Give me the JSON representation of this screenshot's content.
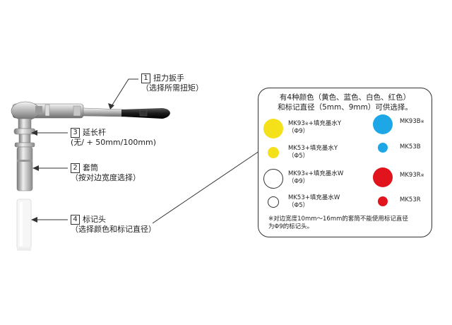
{
  "callouts": [
    {
      "num": "1",
      "title": "扭力扳手",
      "sub": "（选择所需扭矩）"
    },
    {
      "num": "3",
      "title": "延长杆",
      "sub": "(无/ + 50mm/100mm)"
    },
    {
      "num": "2",
      "title": "套筒",
      "sub": "（按对边宽度选择）"
    },
    {
      "num": "4",
      "title": "标记头",
      "sub": "（选择颜色和标记直径）"
    }
  ],
  "panel": {
    "title_line1": "有4种颜色（黄色、蓝色、白色、红色）",
    "title_line2": "和标记直径（5mm、9mm）可供选择。",
    "items": [
      {
        "code": "MK93",
        "mark": "※",
        "suffix": "+填充墨水Y",
        "dia": "（Φ9）",
        "color": "#f5e11a"
      },
      {
        "code": "MK53",
        "mark": "",
        "suffix": "+填充墨水Y",
        "dia": "（Φ5）",
        "color": "#f5e11a"
      },
      {
        "code": "MK93",
        "mark": "※",
        "suffix": "+填充墨水W",
        "dia": "（Φ9）",
        "color": "#ffffff"
      },
      {
        "code": "MK53",
        "mark": "",
        "suffix": "+填充墨水W",
        "dia": "（Φ5）",
        "color": "#ffffff"
      },
      {
        "code": "MK93B",
        "mark": "※",
        "suffix": "",
        "dia": "",
        "color": "#1ea7e6"
      },
      {
        "code": "MK53B",
        "mark": "",
        "suffix": "",
        "dia": "",
        "color": "#1ea7e6"
      },
      {
        "code": "MK93R",
        "mark": "※",
        "suffix": "",
        "dia": "",
        "color": "#e1141e"
      },
      {
        "code": "MK53R",
        "mark": "",
        "suffix": "",
        "dia": "",
        "color": "#e1141e"
      }
    ],
    "note_line1": "※对边宽度10mm～16mm的套筒不能使用标记直径",
    "note_line2": "为Φ9的标记头。"
  }
}
